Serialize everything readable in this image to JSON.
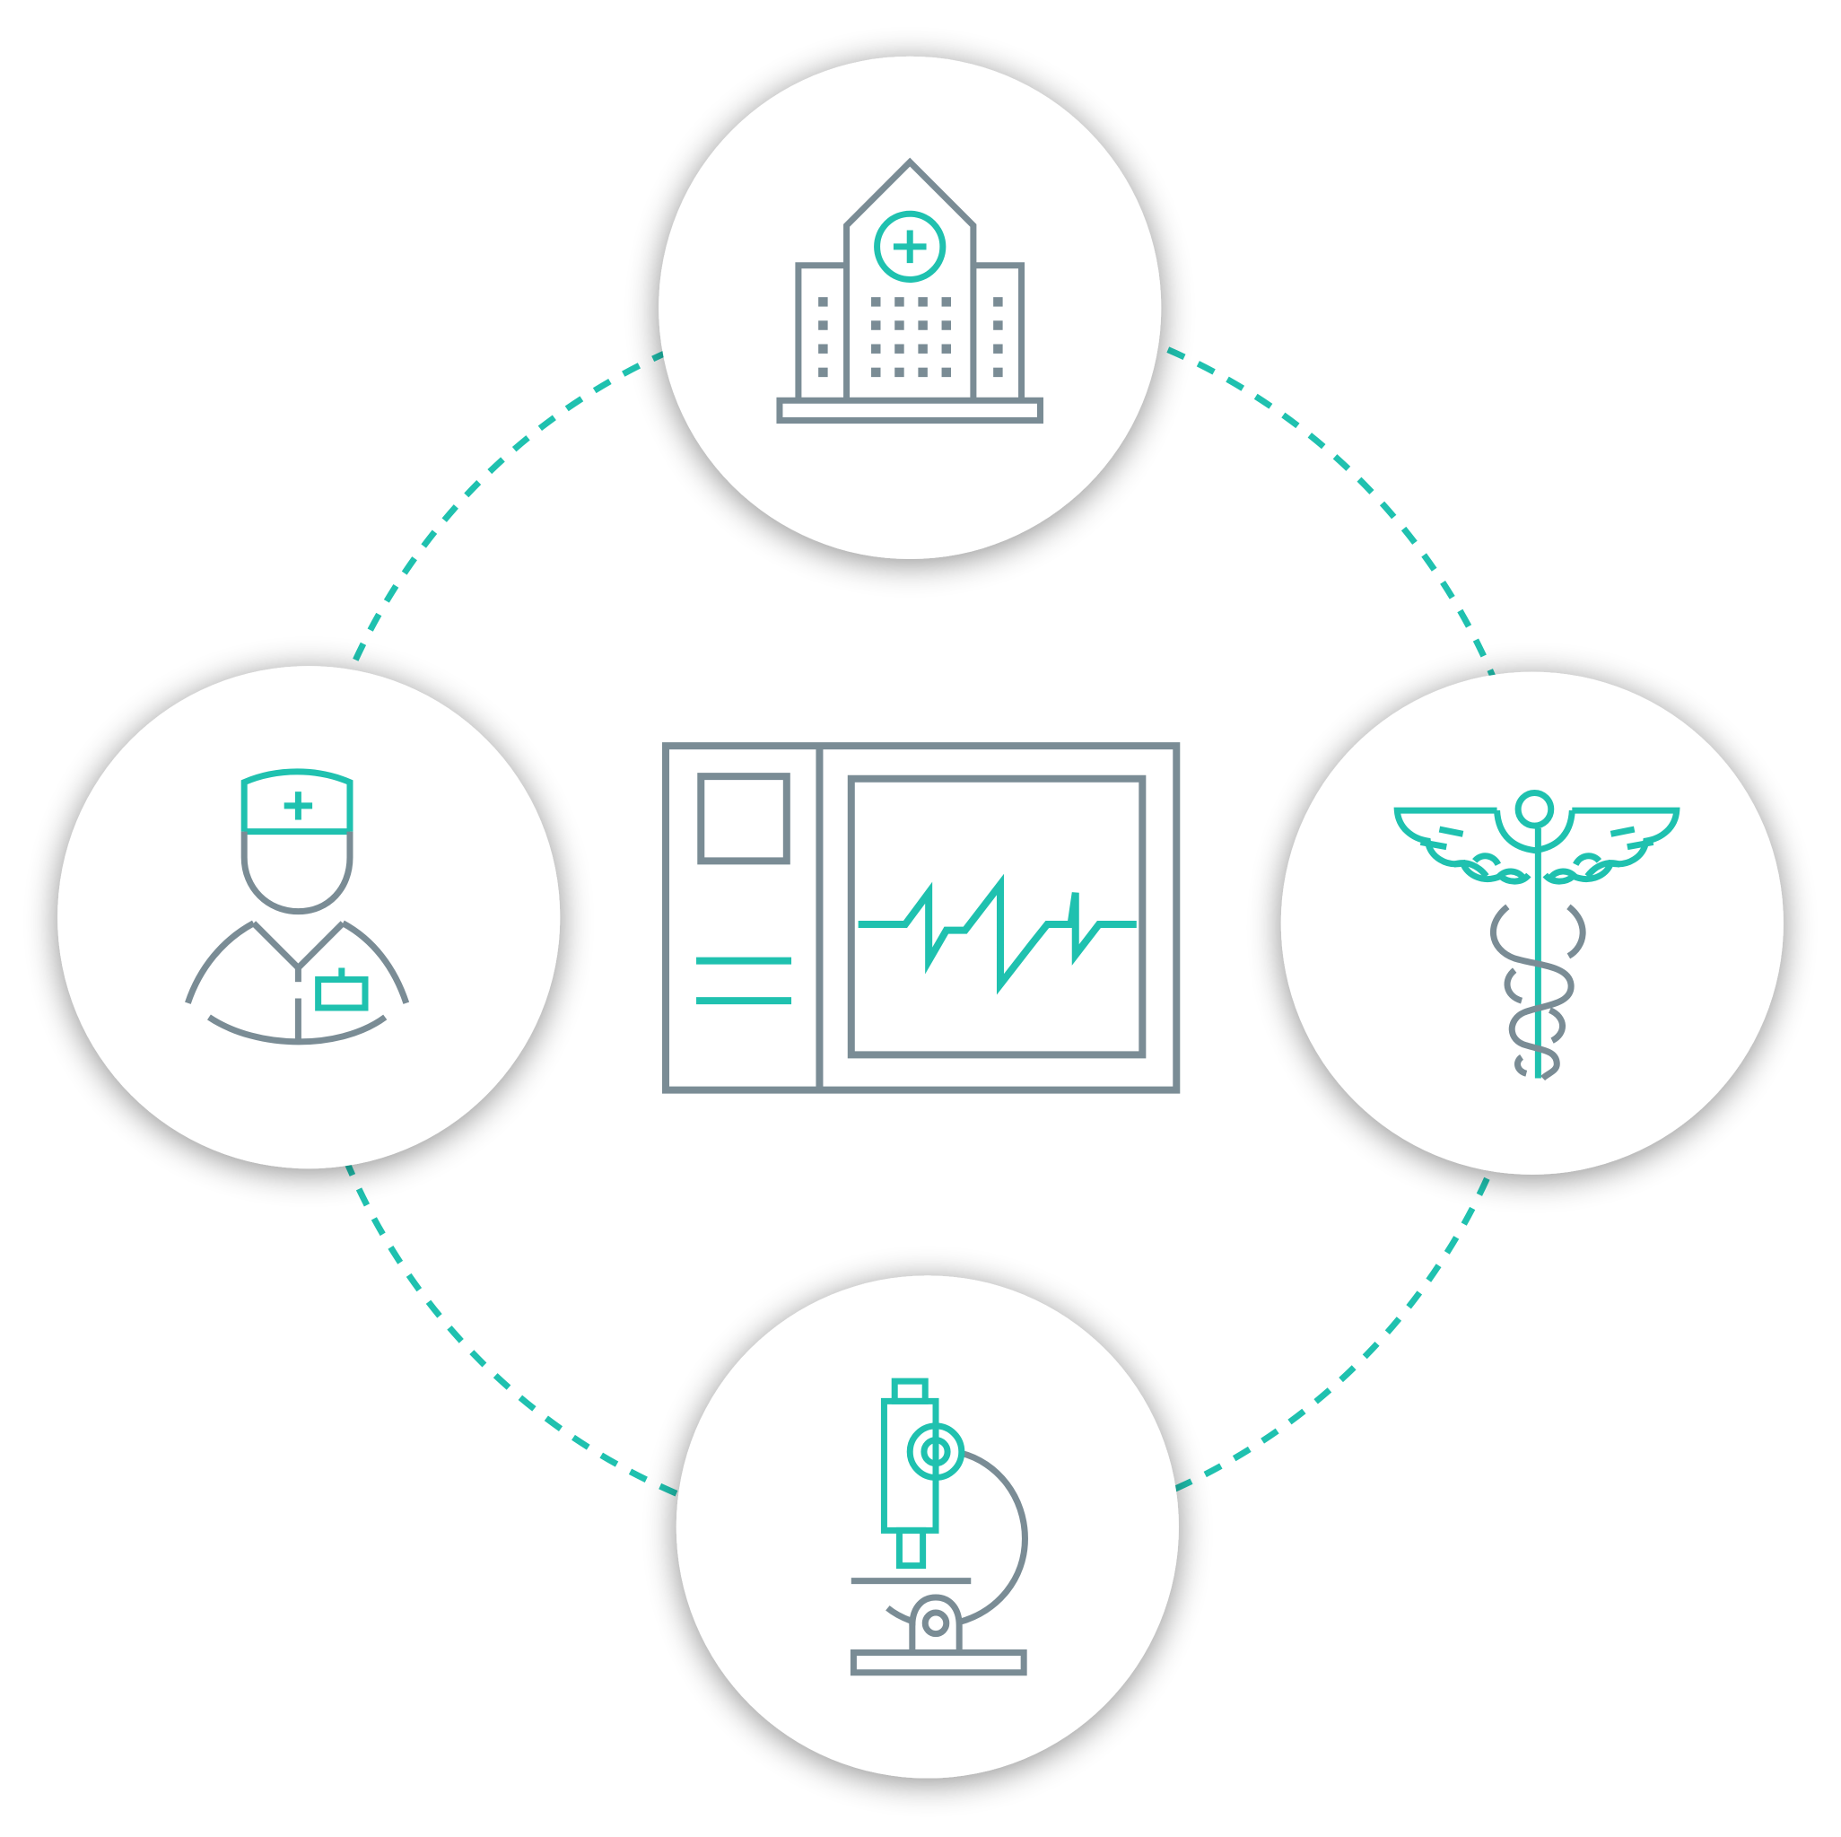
{
  "diagram": {
    "type": "cycle",
    "colors": {
      "accent": "#1FC1AF",
      "outline": "#7A8C95",
      "background": "#FFFFFF"
    },
    "center": {
      "icon": "patient-monitor-icon"
    },
    "nodes": [
      {
        "id": "top",
        "icon": "hospital-building-icon"
      },
      {
        "id": "right",
        "icon": "caduceus-icon"
      },
      {
        "id": "bottom",
        "icon": "microscope-icon"
      },
      {
        "id": "left",
        "icon": "doctor-icon"
      }
    ],
    "connector": {
      "style": "dashed",
      "color": "#1FC1AF"
    }
  }
}
